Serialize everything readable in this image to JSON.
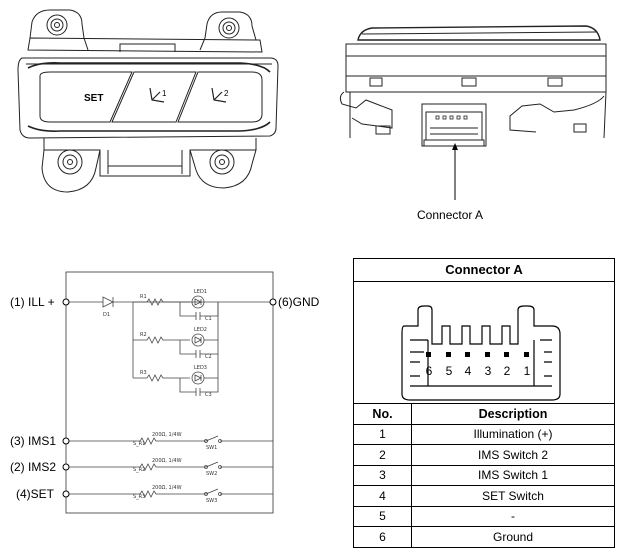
{
  "connector_callout": "Connector A",
  "button_labels": {
    "set": "SET",
    "ims1": "1",
    "ims2": "2"
  },
  "circuit": {
    "pins_left": [
      {
        "label": "(1) ILL +"
      },
      {
        "label": "(3) IMS1"
      },
      {
        "label": "(2) IMS2"
      },
      {
        "label": "(4)SET"
      }
    ],
    "pin_right": "(6)GND",
    "components": {
      "diode": "D1",
      "resistors": [
        "R1",
        "R2",
        "R3"
      ],
      "leds": [
        "LED1",
        "LED2",
        "LED3"
      ],
      "caps": [
        "C1",
        "C2",
        "C3"
      ],
      "switch_resistors": [
        "S_R1",
        "S_R2",
        "S_R3"
      ],
      "switch_resistor_values": [
        "200Ω, 1/4W",
        "200Ω, 1/4W",
        "200Ω, 1/4W"
      ],
      "switches": [
        "SW1",
        "SW2",
        "SW3"
      ]
    }
  },
  "connector_table": {
    "title": "Connector A",
    "pin_numbers": [
      "6",
      "5",
      "4",
      "3",
      "2",
      "1"
    ],
    "headers": {
      "no": "No.",
      "description": "Description"
    },
    "rows": [
      {
        "no": "1",
        "description": "Illumination (+)"
      },
      {
        "no": "2",
        "description": "IMS Switch 2"
      },
      {
        "no": "3",
        "description": "IMS Switch 1"
      },
      {
        "no": "4",
        "description": "SET Switch"
      },
      {
        "no": "5",
        "description": "-"
      },
      {
        "no": "6",
        "description": "Ground"
      }
    ]
  }
}
